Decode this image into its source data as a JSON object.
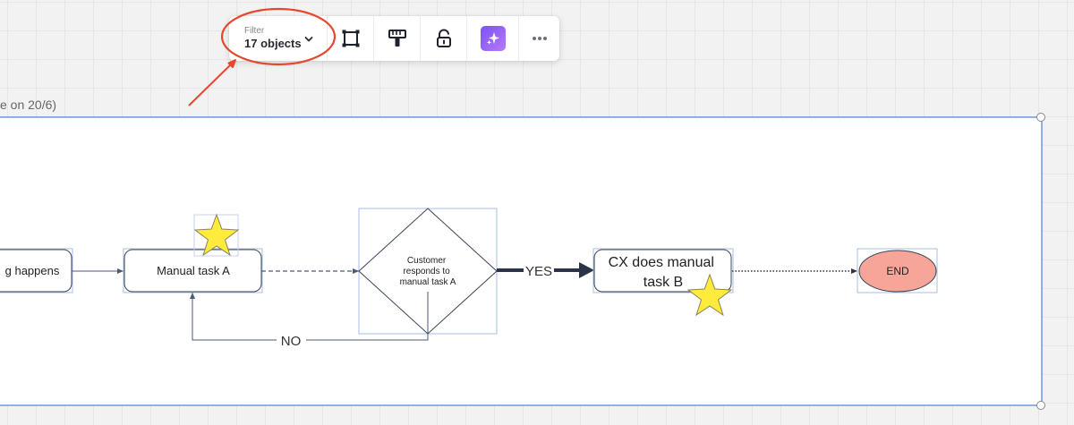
{
  "frame": {
    "title": "e on 20/6)"
  },
  "toolbar": {
    "filter_label": "Filter",
    "filter_value": "17 objects",
    "buttons": [
      {
        "icon": "frame-select-icon"
      },
      {
        "icon": "format-painter-icon"
      },
      {
        "icon": "unlock-icon"
      },
      {
        "icon": "ai-sparkle-icon"
      },
      {
        "icon": "more-options-icon"
      }
    ]
  },
  "annotation": {
    "color": "#e5482f"
  },
  "diagram": {
    "nodes": {
      "start": "g happens",
      "task_a": "Manual task A",
      "decision": [
        "Customer",
        "responds to",
        "manual task A"
      ],
      "task_b": [
        "CX does manual",
        "task B"
      ],
      "end": "END"
    },
    "labels": {
      "yes": "YES",
      "no": "NO"
    },
    "colors": {
      "selection": "#6b8fd6",
      "star": "#ffeb3b",
      "end_fill": "#f7a598",
      "frame_border": "#4d7fdc"
    }
  }
}
